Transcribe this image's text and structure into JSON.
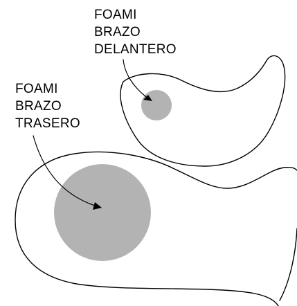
{
  "labels": {
    "front": {
      "line1": "FOAMI",
      "line2": "BRAZO",
      "line3": "DELANTERO"
    },
    "back": {
      "line1": "FOAMI",
      "line2": "BRAZO",
      "line3": "TRASERO"
    }
  },
  "colors": {
    "foam_fill": "#b3b3b3",
    "outline": "#000000",
    "background": "#ffffff"
  }
}
